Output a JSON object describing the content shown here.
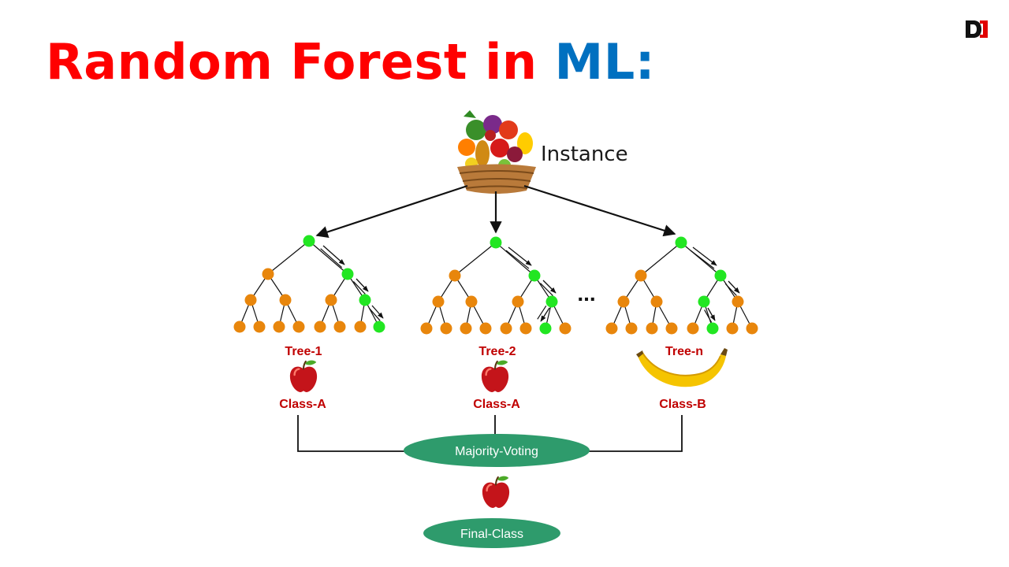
{
  "title": {
    "part1": "Random Forest in ",
    "part2": "ML:"
  },
  "colors": {
    "title_red": "#ff0000",
    "title_blue": "#0070c0",
    "node_orange": "#e8860c",
    "node_green": "#22e622",
    "label_red": "#c00000",
    "oval_green": "#2e9b6c"
  },
  "instance_label": "Instance",
  "ellipsis": "...",
  "trees": [
    {
      "name": "Tree-1",
      "class_label": "Class-A",
      "fruit": "apple"
    },
    {
      "name": "Tree-2",
      "class_label": "Class-A",
      "fruit": "apple"
    },
    {
      "name": "Tree-n",
      "class_label": "Class-B",
      "fruit": "banana"
    }
  ],
  "voting_label": "Majority-Voting",
  "final_label": "Final-Class",
  "final_fruit": "apple",
  "icons": [
    "logo-icon",
    "fruit-basket-icon",
    "apple-icon",
    "banana-icon"
  ]
}
